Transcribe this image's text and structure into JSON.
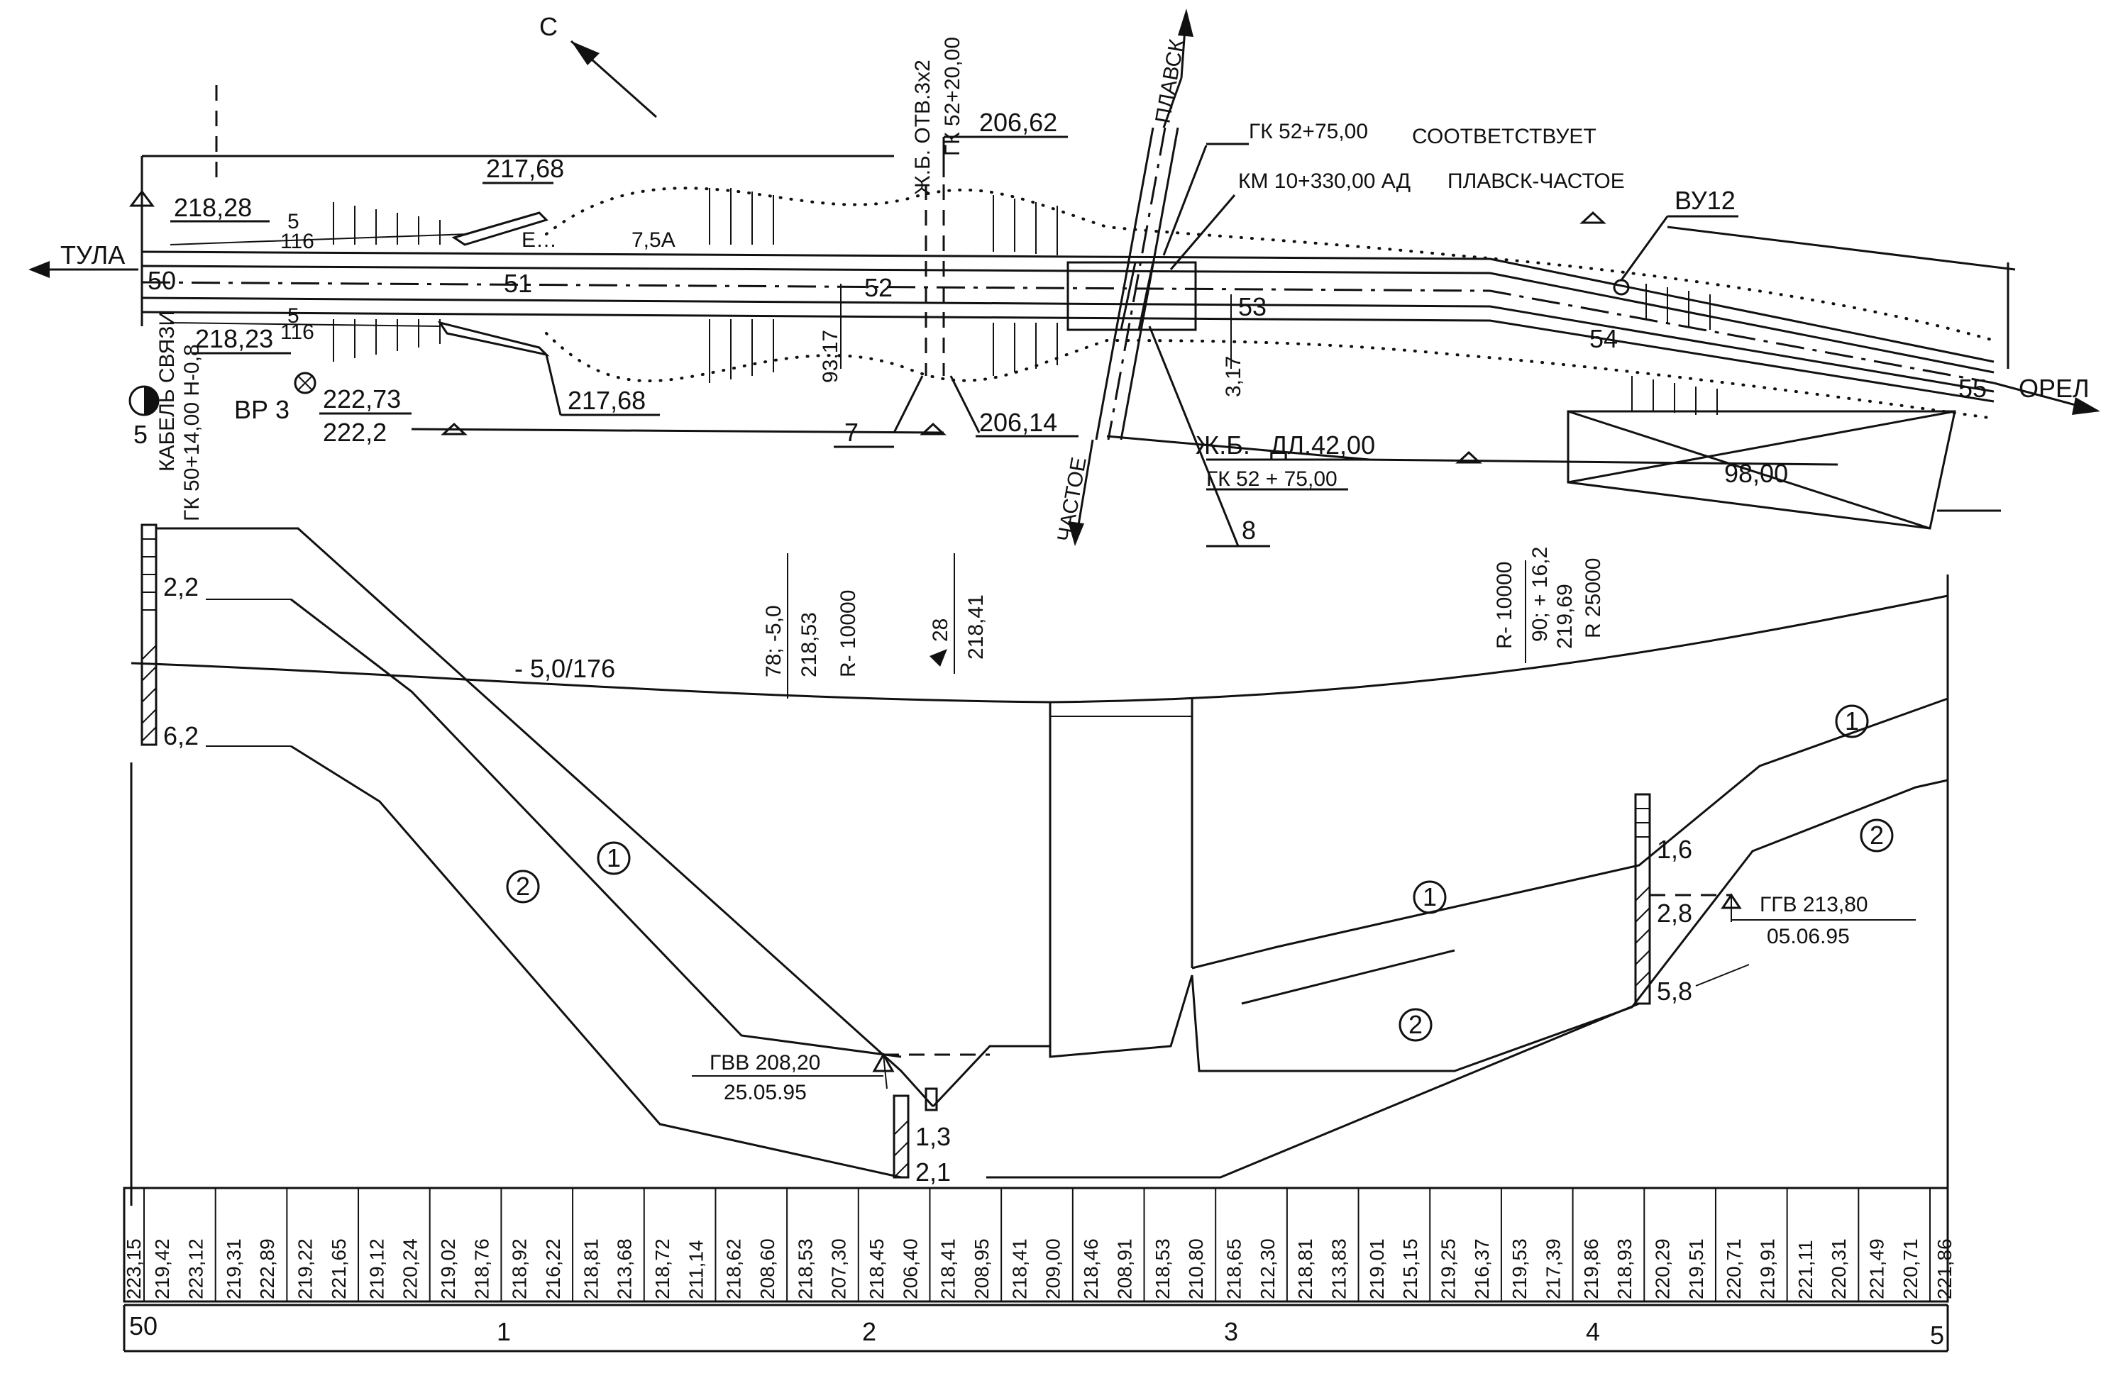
{
  "north_label": "С",
  "directions": {
    "left": "ТУЛА",
    "right": "ОРЕЛ",
    "road_top": "ПЛАВСК",
    "road_bottom": "ЧАСТОЕ"
  },
  "crossing": {
    "gk_note": "ГК 52+75,00",
    "corresponds": "СООТВЕТСТВУЕТ",
    "km_note": "КМ 10+330,00 АД",
    "road_name": "ПЛАВСК-ЧАСТОЕ",
    "bridge_label": "Ж.Б.",
    "bridge_length": "ДЛ.42,00",
    "bridge_gk": "ГК 52 + 75,00",
    "callout_8": "8"
  },
  "culvert": {
    "label": "Ж.Б. ОТВ.3x2",
    "gk": "ГК 52+20,00",
    "top_mark": "206,62",
    "bottom_mark": "206,14",
    "callout_7": "7"
  },
  "vu": "ВУ12",
  "pickets": [
    "50",
    "51",
    "52",
    "53",
    "54",
    "55"
  ],
  "plan_marks": {
    "m1": "217,68",
    "m2": "218,28",
    "m3": "218,23",
    "m4": "217,68",
    "e_label": "Е…",
    "e_value": "7,5А",
    "br_label": "ВР 3",
    "br_num": "222,73",
    "br_den": "222,2",
    "offset_93": "93,17",
    "offset_3": "3,17",
    "n5a": "5",
    "n5b": "5",
    "n116a": "116",
    "n116b": "116",
    "len_98": "98,00"
  },
  "borehole": {
    "num": "5",
    "cable": "КАБЕЛЬ СВЯЗИ",
    "gk": "ГК 50+14,00 Н-0,8"
  },
  "profile": {
    "grade": "- 5,0/176",
    "vp1": {
      "a": "78; -5,0",
      "b": "218,53",
      "c": "R- 10000"
    },
    "vp2": {
      "a": "28",
      "b": "218,41"
    },
    "vp3": {
      "a": "R- 10000",
      "b": "90; + 16,2",
      "c": "219,69",
      "d": "R 25000"
    },
    "depths": {
      "d22": "2,2",
      "d62": "6,2",
      "d13": "1,3",
      "d21": "2,1",
      "d16": "1,6",
      "d28": "2,8",
      "d58": "5,8"
    },
    "layers": {
      "l1": "1",
      "l2": "2"
    },
    "gvv": {
      "label": "ГВВ 208,20",
      "date": "25.05.95"
    },
    "ggv": {
      "label": "ГГВ 213,80",
      "date": "05.06.95"
    }
  },
  "elev_table": {
    "first": "223,15",
    "pairs": [
      [
        "219,42",
        "223,12"
      ],
      [
        "219,31",
        "222,89"
      ],
      [
        "219,22",
        "221,65"
      ],
      [
        "219,12",
        "220,24"
      ],
      [
        "219,02",
        "218,76"
      ],
      [
        "218,92",
        "216,22"
      ],
      [
        "218,81",
        "213,68"
      ],
      [
        "218,72",
        "211,14"
      ],
      [
        "218,62",
        "208,60"
      ],
      [
        "218,53",
        "207,30"
      ],
      [
        "218,45",
        "206,40"
      ],
      [
        "218,41",
        "208,95"
      ],
      [
        "218,41",
        "209,00"
      ],
      [
        "218,46",
        "208,91"
      ],
      [
        "218,53",
        "210,80"
      ],
      [
        "218,65",
        "212,30"
      ],
      [
        "218,81",
        "213,83"
      ],
      [
        "219,01",
        "215,15"
      ],
      [
        "219,25",
        "216,37"
      ],
      [
        "219,53",
        "217,39"
      ],
      [
        "219,86",
        "218,93"
      ],
      [
        "220,29",
        "219,51"
      ],
      [
        "220,71",
        "219,91"
      ],
      [
        "221,11",
        "220,31"
      ],
      [
        "221,49",
        "220,71"
      ]
    ],
    "last": "221,86"
  },
  "picket_row": [
    "50",
    "1",
    "2",
    "3",
    "4",
    "5"
  ]
}
